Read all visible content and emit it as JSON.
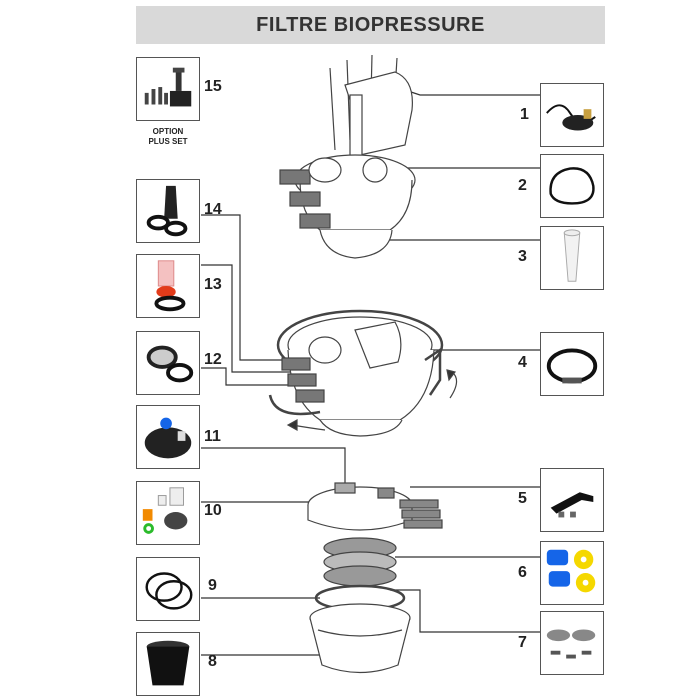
{
  "title": "FILTRE BIOPRESSURE",
  "parts_left": [
    {
      "number": "15",
      "icon": "pump-set-icon"
    },
    {
      "number": "14",
      "icon": "hose-adapter-icon"
    },
    {
      "number": "13",
      "icon": "uv-bulb-icon"
    },
    {
      "number": "12",
      "icon": "nut-ring-icon"
    },
    {
      "number": "11",
      "icon": "filter-lid-icon"
    },
    {
      "number": "10",
      "icon": "fittings-kit-icon"
    },
    {
      "number": "9",
      "icon": "o-ring-seal-icon"
    },
    {
      "number": "8",
      "icon": "bucket-body-icon"
    }
  ],
  "parts_right": [
    {
      "number": "1",
      "icon": "uv-lamp-unit-icon"
    },
    {
      "number": "2",
      "icon": "lid-gasket-icon"
    },
    {
      "number": "3",
      "icon": "quartz-tube-icon"
    },
    {
      "number": "4",
      "icon": "clamp-ring-icon"
    },
    {
      "number": "5",
      "icon": "handle-icon"
    },
    {
      "number": "6",
      "icon": "filter-sponges-icon"
    },
    {
      "number": "7",
      "icon": "plates-screws-icon"
    }
  ],
  "option_note": [
    "OPTION",
    "PLUS SET"
  ],
  "colors": {
    "title_bg": "#d9d9d9",
    "line": "#333333",
    "sponge_blue": "#1565e8",
    "sponge_yellow": "#f5d800"
  }
}
